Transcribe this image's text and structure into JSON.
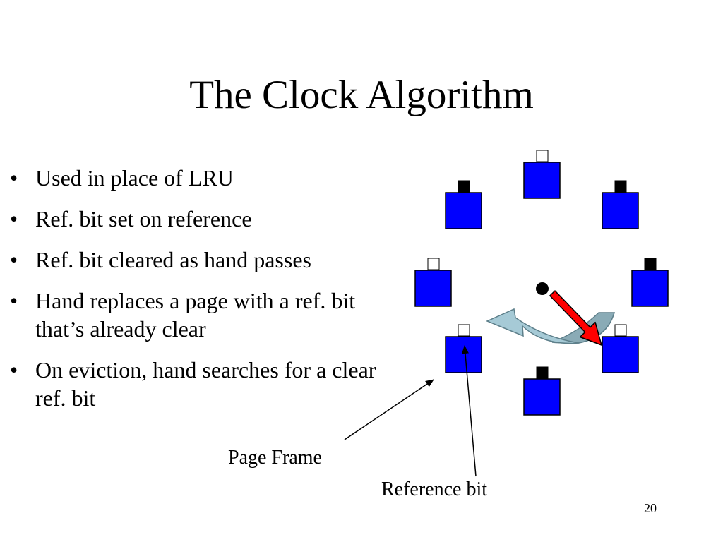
{
  "slide": {
    "title": "The Clock Algorithm",
    "bullets": [
      "Used in place of LRU",
      "Ref. bit set on reference",
      "Ref. bit cleared as hand passes",
      "Hand replaces a page with a ref. bit that’s already clear",
      "On eviction, hand searches for a clear ref. bit"
    ],
    "page_number": "20"
  },
  "diagram": {
    "labels": {
      "page_frame": "Page Frame",
      "reference_bit": "Reference bit"
    },
    "frames": [
      {
        "position": "top",
        "ref_bit": "clear"
      },
      {
        "position": "top-right",
        "ref_bit": "set"
      },
      {
        "position": "right",
        "ref_bit": "set"
      },
      {
        "position": "bottom-right",
        "ref_bit": "clear"
      },
      {
        "position": "bottom",
        "ref_bit": "set"
      },
      {
        "position": "bottom-left",
        "ref_bit": "clear"
      },
      {
        "position": "left",
        "ref_bit": "clear"
      },
      {
        "position": "top-left",
        "ref_bit": "set"
      }
    ],
    "colors": {
      "frame_fill": "#0000ff",
      "hand": "#ff0000",
      "arrow_fill": "#a6cad6"
    }
  }
}
